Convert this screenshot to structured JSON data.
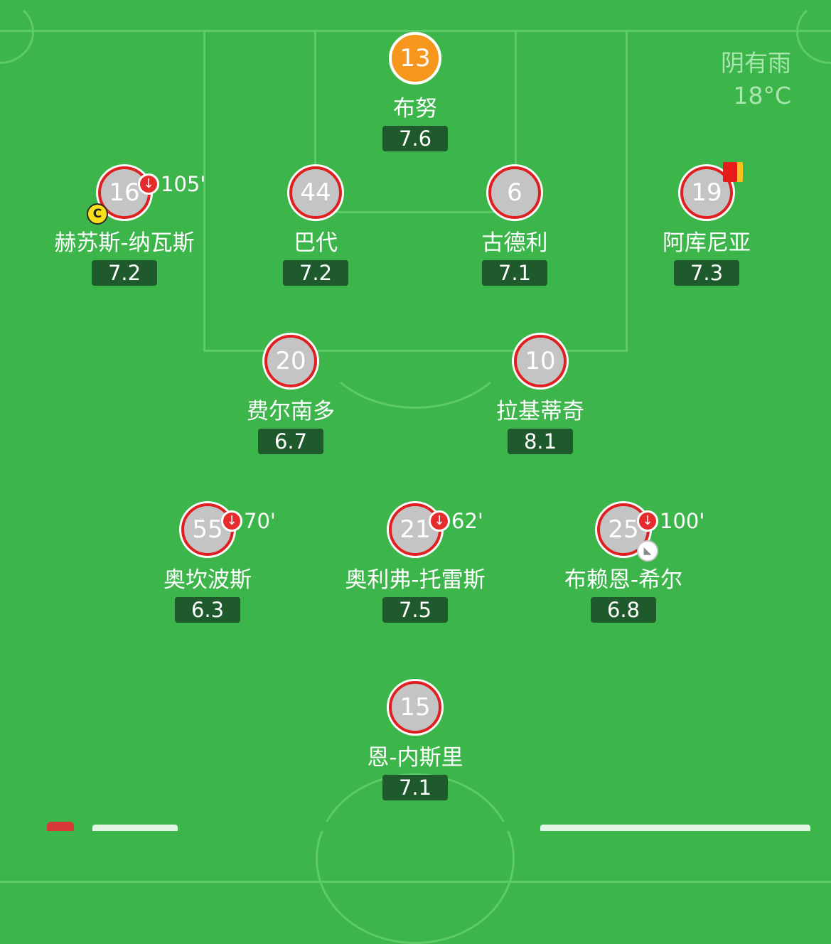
{
  "weather": {
    "condition": "阴有雨",
    "temperature": "18°C"
  },
  "players": [
    {
      "number": "13",
      "name": "布努",
      "rating": "7.6",
      "keeper": true
    },
    {
      "number": "16",
      "name": "赫苏斯-纳瓦斯",
      "rating": "7.2",
      "sub_time": "105'",
      "captain": "C"
    },
    {
      "number": "44",
      "name": "巴代",
      "rating": "7.2"
    },
    {
      "number": "6",
      "name": "古德利",
      "rating": "7.1"
    },
    {
      "number": "19",
      "name": "阿库尼亚",
      "rating": "7.3",
      "card": "yellow-red"
    },
    {
      "number": "20",
      "name": "费尔南多",
      "rating": "6.7"
    },
    {
      "number": "10",
      "name": "拉基蒂奇",
      "rating": "8.1"
    },
    {
      "number": "55",
      "name": "奥坎波斯",
      "rating": "6.3",
      "sub_time": "70'"
    },
    {
      "number": "21",
      "name": "奥利弗-托雷斯",
      "rating": "7.5",
      "sub_time": "62'"
    },
    {
      "number": "25",
      "name": "布赖恩-希尔",
      "rating": "6.8",
      "sub_time": "100'",
      "assist_icon": "boot-icon"
    },
    {
      "number": "15",
      "name": "恩-内斯里",
      "rating": "7.1"
    }
  ],
  "icons": {
    "substitution": "sub-off-arrow-icon",
    "captain": "captain-badge-icon",
    "card": "card-icon",
    "assist": "boot-icon"
  },
  "colors": {
    "pitch": "#3cb54a",
    "pitch_line": "#5ecb6a",
    "rating_bg": "#1f5a2c",
    "keeper_circle": "#f7961c",
    "player_ring": "#e02020",
    "sub_icon": "#e52b2b"
  }
}
